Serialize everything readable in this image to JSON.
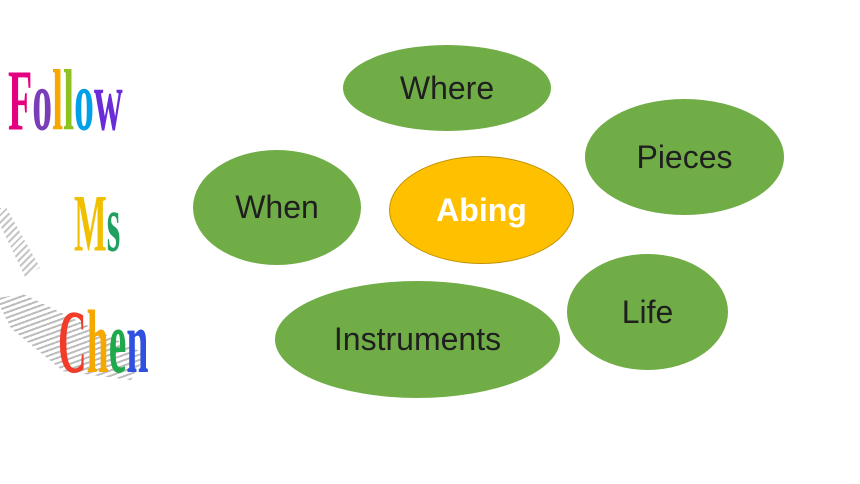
{
  "title_art": {
    "lines": [
      {
        "text": "Follow",
        "colors": [
          "#e5007f",
          "#7a3db8",
          "#f5a800",
          "#8dc21f",
          "#00a0e9",
          "#6a2bd8"
        ]
      },
      {
        "text": "Ms",
        "colors": [
          "#f0c000",
          "#20a060"
        ]
      },
      {
        "text": "Chen",
        "colors": [
          "#f03c28",
          "#f5a800",
          "#1eaa4a",
          "#3050e0"
        ]
      }
    ]
  },
  "diagram": {
    "center": {
      "label": "Abing",
      "color": "#ffc000"
    },
    "nodes": [
      {
        "id": "where",
        "label": "Where"
      },
      {
        "id": "pieces",
        "label": "Pieces"
      },
      {
        "id": "when",
        "label": "When"
      },
      {
        "id": "life",
        "label": "Life"
      },
      {
        "id": "instruments",
        "label": "Instruments"
      }
    ],
    "node_color": "#70ad47"
  }
}
